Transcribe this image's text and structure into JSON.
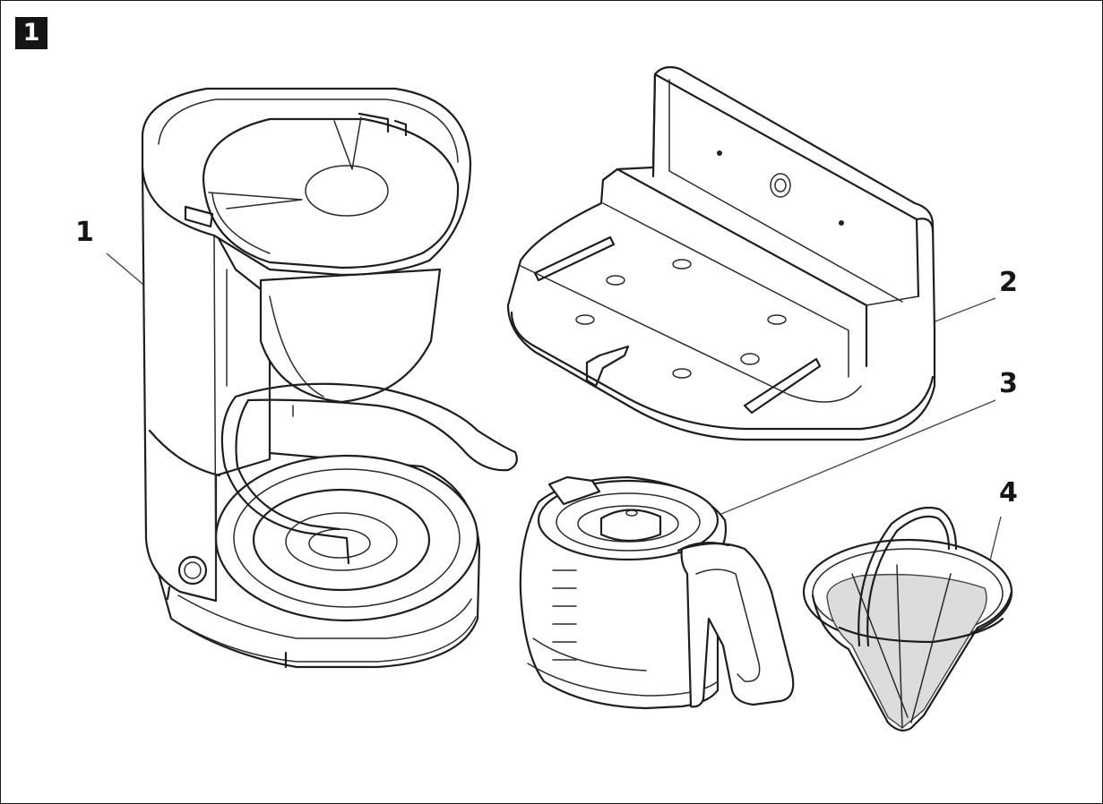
{
  "figure": {
    "number": "1"
  },
  "callouts": [
    {
      "id": "1",
      "label": "1",
      "part": "coffee-maker"
    },
    {
      "id": "2",
      "label": "2",
      "part": "wall-bracket"
    },
    {
      "id": "3",
      "label": "3",
      "part": "glass-carafe"
    },
    {
      "id": "4",
      "label": "4",
      "part": "filter-holder"
    }
  ],
  "colors": {
    "line": "#1e1e1e",
    "badge": "#141414",
    "mesh": "#dcdcdc",
    "background": "#ffffff"
  }
}
